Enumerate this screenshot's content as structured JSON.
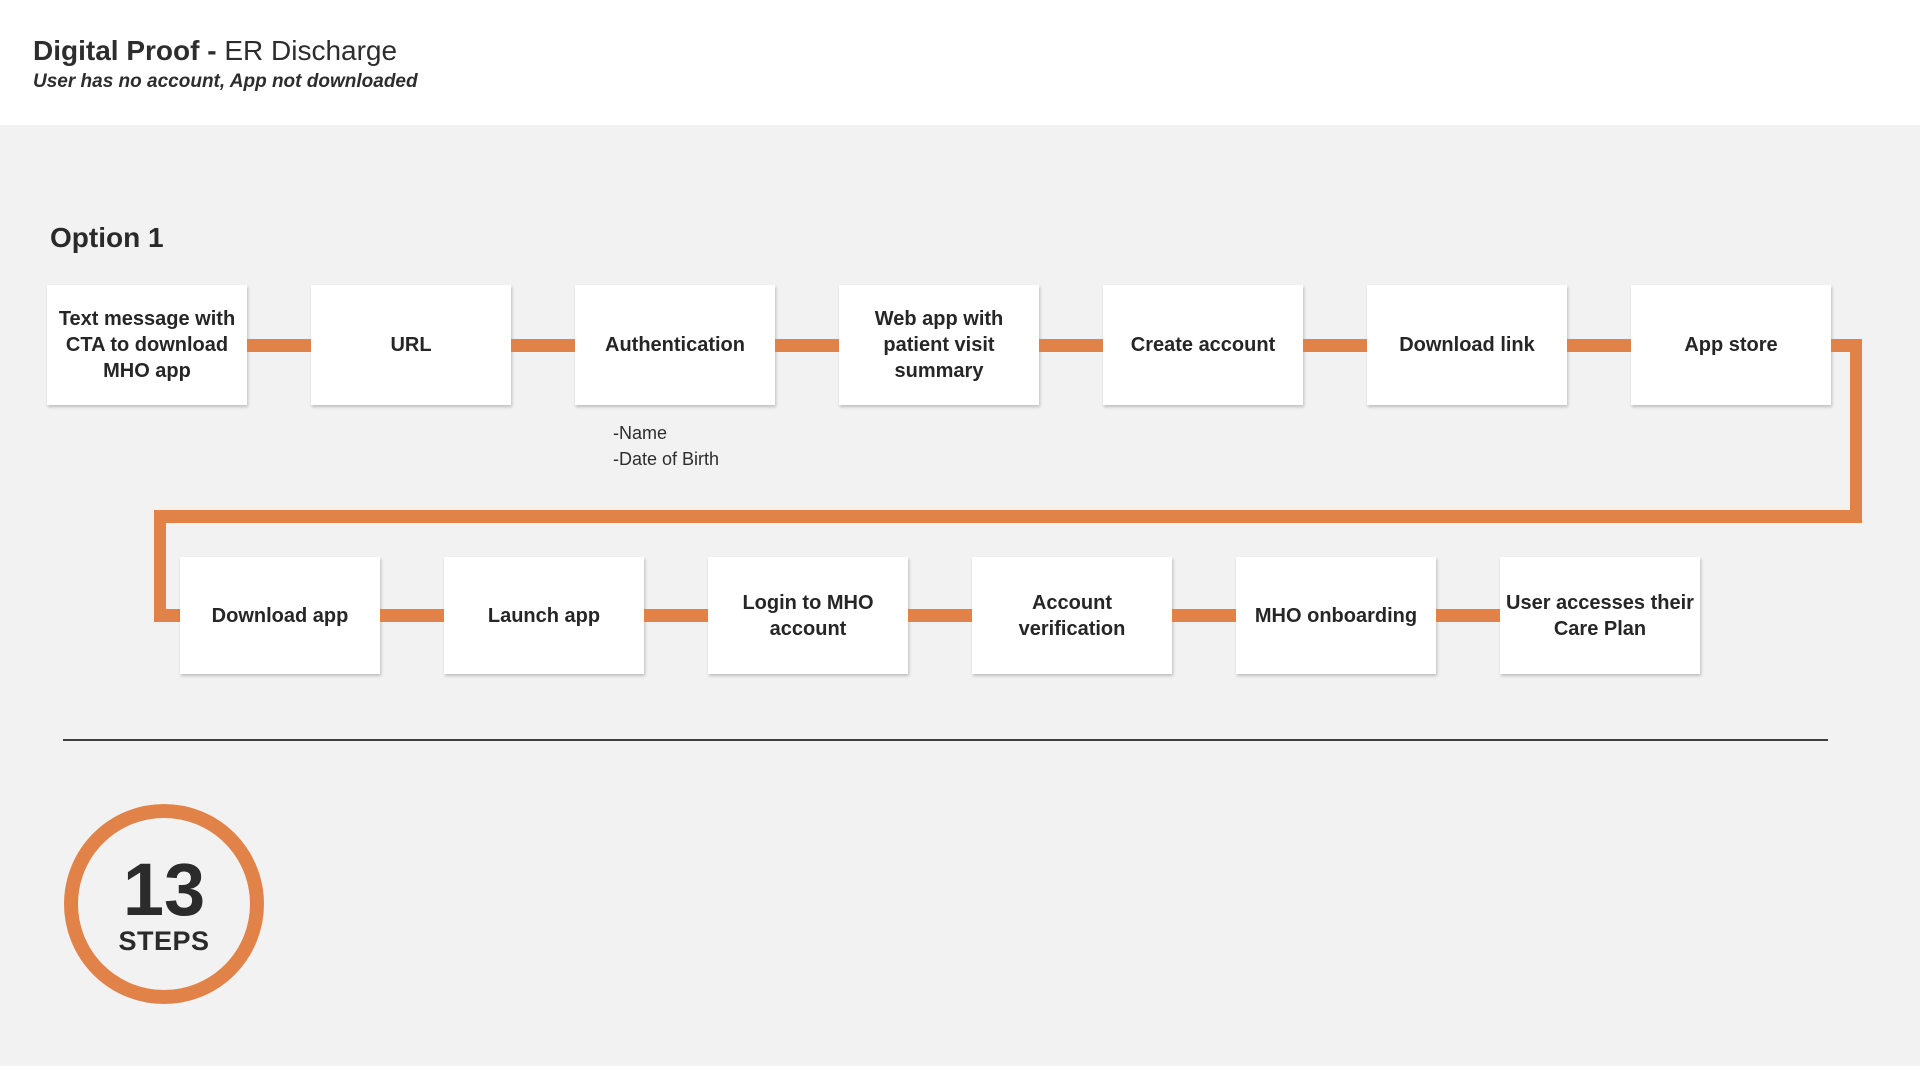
{
  "header": {
    "title_bold": "Digital Proof -",
    "title_regular": "ER Discharge",
    "subtitle": "User has no account, App not downloaded"
  },
  "section": {
    "heading": "Option 1"
  },
  "flow": {
    "row1": [
      "Text message with\nCTA to download\nMHO app",
      "URL",
      "Authentication",
      "Web app with\npatient visit\nsummary",
      "Create account",
      "Download link",
      "App store"
    ],
    "authentication_note": [
      "-Name",
      "-Date of Birth"
    ],
    "row2": [
      "Download app",
      "Launch app",
      "Login to MHO\naccount",
      "Account\nverification",
      "MHO onboarding",
      "User accesses their\nCare Plan"
    ]
  },
  "summary": {
    "count": "13",
    "label": "STEPS"
  },
  "colors": {
    "accent_orange": "#E18348",
    "background_gray": "#F2F2F2",
    "header_white": "#FFFFFF",
    "text_dark": "#2B2B2B"
  }
}
